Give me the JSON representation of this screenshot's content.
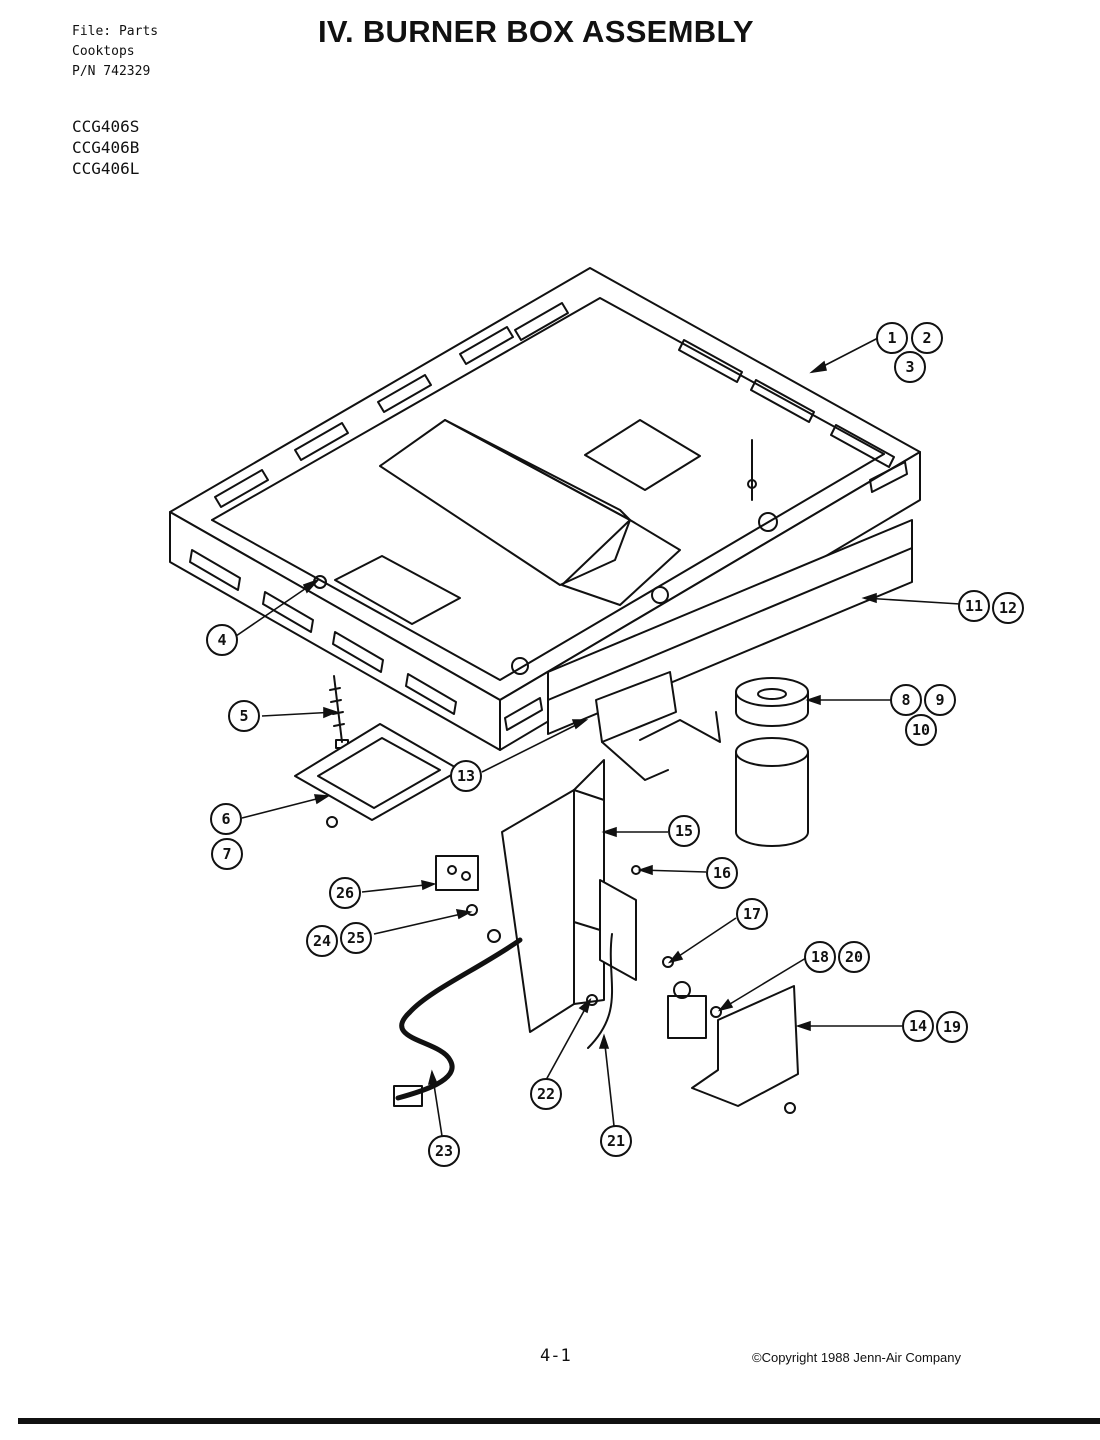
{
  "header": {
    "file_lines": [
      "File: Parts",
      "Cooktops",
      "P/N 742329"
    ],
    "models": [
      "CCG406S",
      "CCG406B",
      "CCG406L"
    ],
    "title": "IV.  BURNER BOX ASSEMBLY"
  },
  "callouts": {
    "c1": "1",
    "c2": "2",
    "c3": "3",
    "c4": "4",
    "c5": "5",
    "c6": "6",
    "c7": "7",
    "c8": "8",
    "c9": "9",
    "c10": "10",
    "c11": "11",
    "c12": "12",
    "c13": "13",
    "c14": "14",
    "c15": "15",
    "c16": "16",
    "c17": "17",
    "c18": "18",
    "c19": "19",
    "c20": "20",
    "c21": "21",
    "c22": "22",
    "c23": "23",
    "c24": "24",
    "c25": "25",
    "c26": "26"
  },
  "footer": {
    "page_number": "4-1",
    "copyright": "©Copyright 1988 Jenn-Air Company"
  }
}
